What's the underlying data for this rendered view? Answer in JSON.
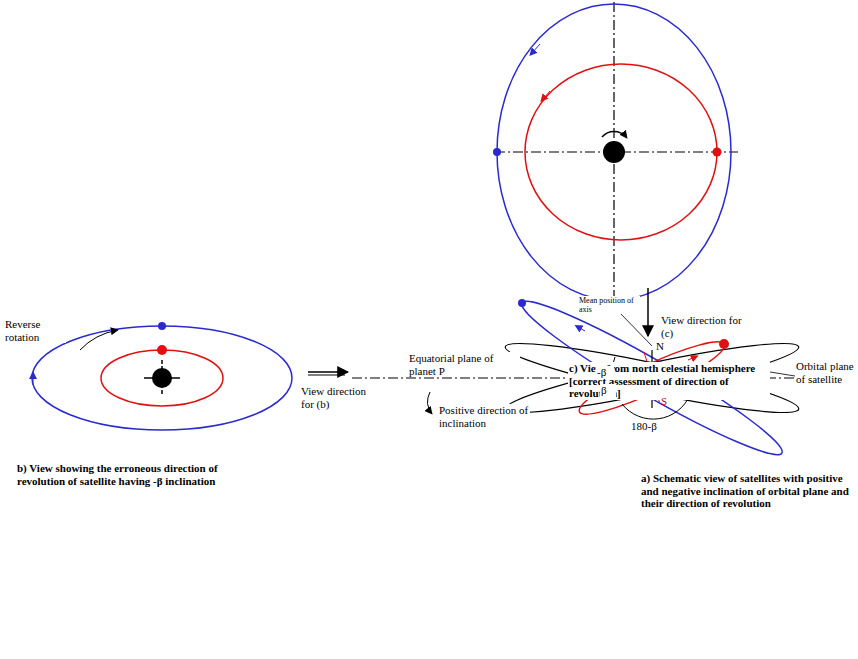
{
  "diagram": {
    "labels": [
      "View direction for (c)",
      "c) View from north celestial hemisphere [correct assessment of direction of revolution]",
      "Mean position of axis",
      "Reverse rotation",
      "N",
      "View direction for (b)",
      "Equatorial plane of planet P",
      "-β",
      "β",
      "Orbital plane of satellite",
      "Positive direction of inclination",
      "S",
      "180-β",
      "b) View showing the erroneous direction of revolution of satellite having -β inclination",
      "a) Schematic view of satellites with positive and negative inclination of orbital plane and their direction of revolution"
    ]
  }
}
